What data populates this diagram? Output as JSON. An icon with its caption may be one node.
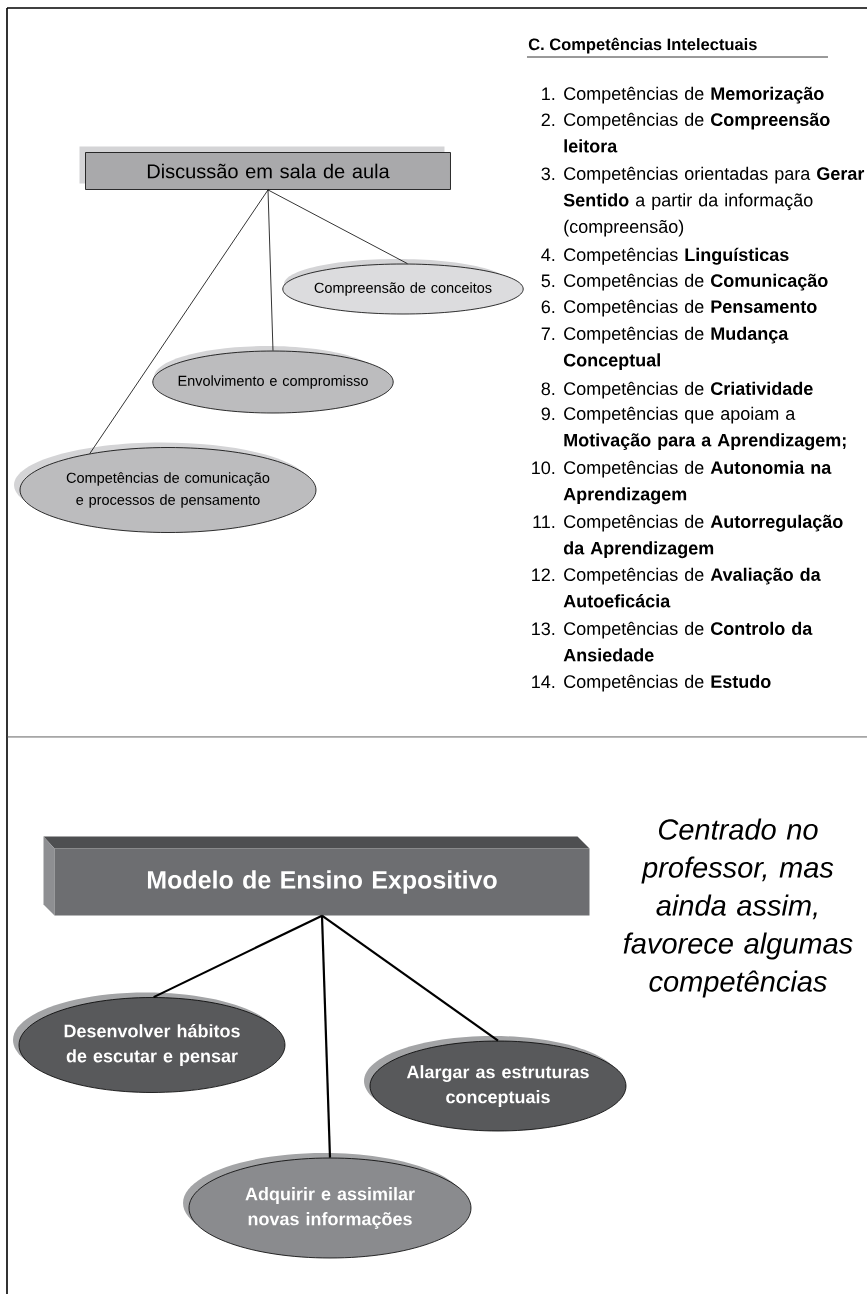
{
  "diagram": {
    "nodes": [
      {
        "text": [
          "Discussão em sala de aula"
        ]
      },
      {
        "text": [
          "Compreensão de conceitos"
        ]
      },
      {
        "text": [
          "Envolvimento e compromisso"
        ]
      },
      {
        "text": [
          "Competências de comunicação e processos de pensamento"
        ]
      },
      {
        "text": [
          "Modelo de Ensino Expositivo"
        ]
      },
      {
        "text": [
          "Desenvolver hábitos de escutar e pensar"
        ]
      },
      {
        "text": [
          "Alargar as estruturas conceptuais"
        ]
      },
      {
        "text": [
          "Adquirir e assimilar novas informações"
        ]
      }
    ],
    "edges": [
      {
        "from": 0,
        "to": 1,
        "arrow": "none"
      },
      {
        "from": 0,
        "to": 2,
        "arrow": "none"
      },
      {
        "from": 0,
        "to": 3,
        "arrow": "none"
      },
      {
        "from": 4,
        "to": 5,
        "arrow": "none"
      },
      {
        "from": 4,
        "to": 7,
        "arrow": "none"
      },
      {
        "from": 4,
        "to": 6,
        "arrow": "none"
      }
    ],
    "labels": [
      "C. Competências Intelectuais",
      "1.",
      "Competências de **Memorização**",
      "2.",
      "Competências de **Compreensão leitora**",
      "3.",
      "Competências orientadas para **Gerar Sentido** a partir da informação (compreensão)",
      "4.",
      "Competências **Linguísticas**",
      "5.",
      "Competências de **Comunicação**",
      "6.",
      "Competências de **Pensamento**",
      "7.",
      "Competências de **Mudança Conceptual**",
      "8.",
      "Competências de **Criatividade**",
      "9.",
      "Competências que apoiam a **Motivação para a Aprendizagem;**",
      "10.",
      "Competências de **Autonomia na Aprendizagem**",
      "11.",
      "Competências de **Autorregulação da Aprendizagem**",
      "12.",
      "Competências de **Avaliação da Autoeficácia**",
      "13.",
      "Competências de **Controlo da Ansiedade**",
      "14.",
      "Competências de **Estudo**",
      "Centrado no professor, mas ainda assim, favorece algumas competências"
    ]
  }
}
